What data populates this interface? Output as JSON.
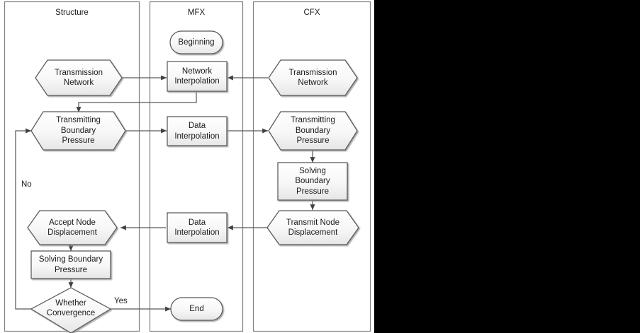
{
  "figure": {
    "kind": "swimlane-flowchart",
    "background": "#000000",
    "canvas_color": "#ffffff",
    "stroke_color": "#595959",
    "text_color": "#1a1a1a",
    "fill_top": "#ffffff",
    "fill_bottom": "#e8e8e8"
  },
  "lanes": [
    {
      "id": "structure",
      "title": "Structure"
    },
    {
      "id": "mfx",
      "title": "MFX"
    },
    {
      "id": "cfx",
      "title": "CFX"
    }
  ],
  "nodes": {
    "beginning": {
      "label": "Beginning",
      "shape": "stadium",
      "lane": "mfx"
    },
    "struct_trans_net": {
      "label": "Transmission\nNetwork",
      "shape": "hexagon",
      "lane": "structure"
    },
    "cfx_trans_net": {
      "label": "Transmission\nNetwork",
      "shape": "hexagon",
      "lane": "cfx"
    },
    "network_interp": {
      "label": "Network\nInterpolation",
      "shape": "rectangle",
      "lane": "mfx"
    },
    "struct_tbp": {
      "label": "Transmitting\nBoundary\nPressure",
      "shape": "hexagon",
      "lane": "structure"
    },
    "data_interp_1": {
      "label": "Data\nInterpolation",
      "shape": "rectangle",
      "lane": "mfx"
    },
    "cfx_tbp": {
      "label": "Transmitting\nBoundary\nPressure",
      "shape": "hexagon",
      "lane": "cfx"
    },
    "cfx_sbp": {
      "label": "Solving\nBoundary\nPressure",
      "shape": "rectangle",
      "lane": "cfx"
    },
    "transmit_node": {
      "label": "Transmit Node\nDisplacement",
      "shape": "hexagon",
      "lane": "cfx"
    },
    "data_interp_2": {
      "label": "Data\nInterpolation",
      "shape": "rectangle",
      "lane": "mfx"
    },
    "accept_node": {
      "label": "Accept Node\nDisplacement",
      "shape": "hexagon",
      "lane": "structure"
    },
    "struct_sbp": {
      "label": "Solving Boundary\nPressure",
      "shape": "rectangle",
      "lane": "structure"
    },
    "whether_conv": {
      "label": "Whether\nConvergence",
      "shape": "diamond",
      "lane": "structure"
    },
    "end": {
      "label": "End",
      "shape": "stadium",
      "lane": "mfx"
    }
  },
  "edge_labels": {
    "no": "No",
    "yes": "Yes"
  },
  "edges": [
    {
      "from": "struct_trans_net",
      "to": "network_interp",
      "label": ""
    },
    {
      "from": "cfx_trans_net",
      "to": "network_interp",
      "label": ""
    },
    {
      "from": "network_interp",
      "to": "struct_tbp",
      "label": ""
    },
    {
      "from": "struct_tbp",
      "to": "data_interp_1",
      "label": ""
    },
    {
      "from": "data_interp_1",
      "to": "cfx_tbp",
      "label": ""
    },
    {
      "from": "cfx_tbp",
      "to": "cfx_sbp",
      "label": ""
    },
    {
      "from": "cfx_sbp",
      "to": "transmit_node",
      "label": ""
    },
    {
      "from": "transmit_node",
      "to": "data_interp_2",
      "label": ""
    },
    {
      "from": "data_interp_2",
      "to": "accept_node",
      "label": ""
    },
    {
      "from": "accept_node",
      "to": "struct_sbp",
      "label": ""
    },
    {
      "from": "struct_sbp",
      "to": "whether_conv",
      "label": ""
    },
    {
      "from": "whether_conv",
      "to": "struct_tbp",
      "label": "No"
    },
    {
      "from": "whether_conv",
      "to": "end",
      "label": "Yes"
    }
  ]
}
